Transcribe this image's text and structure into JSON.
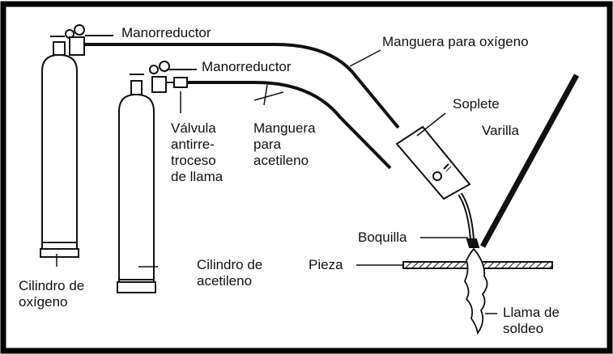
{
  "colors": {
    "ink": "#111111",
    "background": "#ffffff",
    "frame": "#000000"
  },
  "labels": {
    "regulator_oxygen": "Manorreductor",
    "regulator_acetylene": "Manorreductor",
    "hose_oxygen": "Manguera para oxígeno",
    "torch": "Soplete",
    "rod": "Varilla",
    "check_valve": [
      "Válvula",
      "antirre-",
      "troceso",
      "de llama"
    ],
    "hose_acetylene": [
      "Manguera",
      "para",
      "acetileno"
    ],
    "nozzle": "Boquilla",
    "workpiece": "Pieza",
    "cylinder_oxygen": [
      "Cilindro de",
      "oxígeno"
    ],
    "cylinder_acetylene": [
      "Cilindro de",
      "acetileno"
    ],
    "flame": [
      "Llama de",
      "soldeo"
    ]
  }
}
